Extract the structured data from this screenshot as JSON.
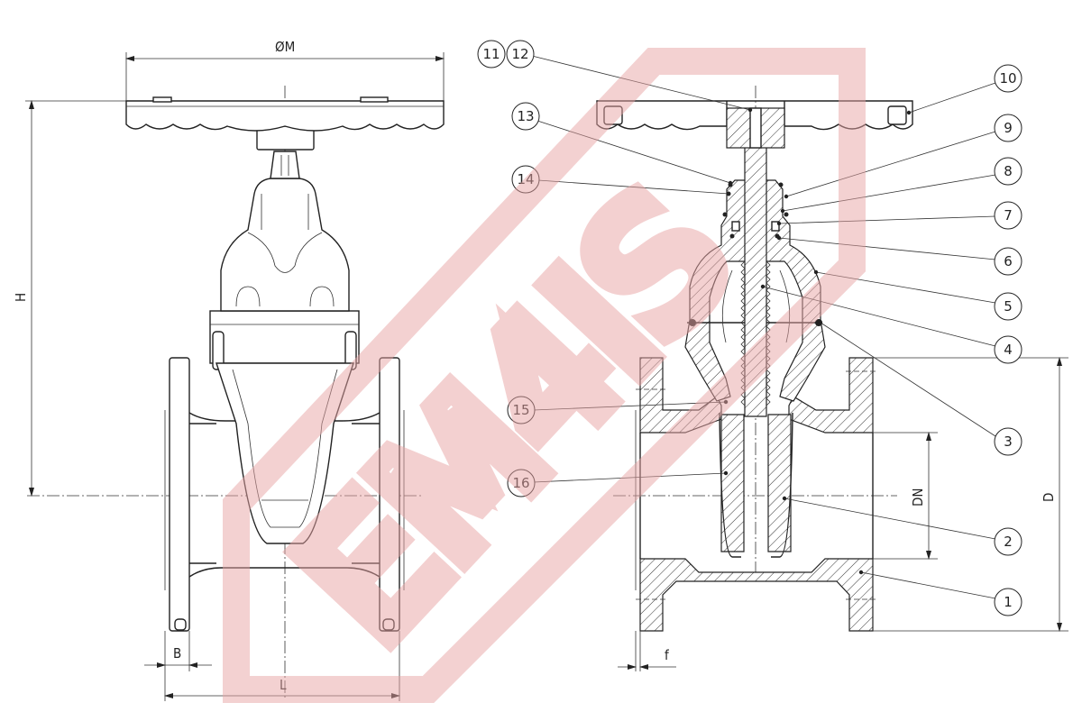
{
  "drawing": {
    "title": "Resilient seated gate valve – front view and cross-section",
    "dimensions": {
      "handwheel_diameter": "ØM",
      "height": "H",
      "flange_thickness": "B",
      "length": "L",
      "raised_face": "f",
      "nominal_diameter": "DN",
      "flange_diameter": "D"
    },
    "callouts": [
      "1",
      "2",
      "3",
      "4",
      "5",
      "6",
      "7",
      "8",
      "9",
      "10",
      "11",
      "12",
      "13",
      "14",
      "15",
      "16"
    ],
    "watermark": "EM4IS",
    "colors": {
      "line": "#222222",
      "watermark": "#e8a3a3"
    }
  }
}
